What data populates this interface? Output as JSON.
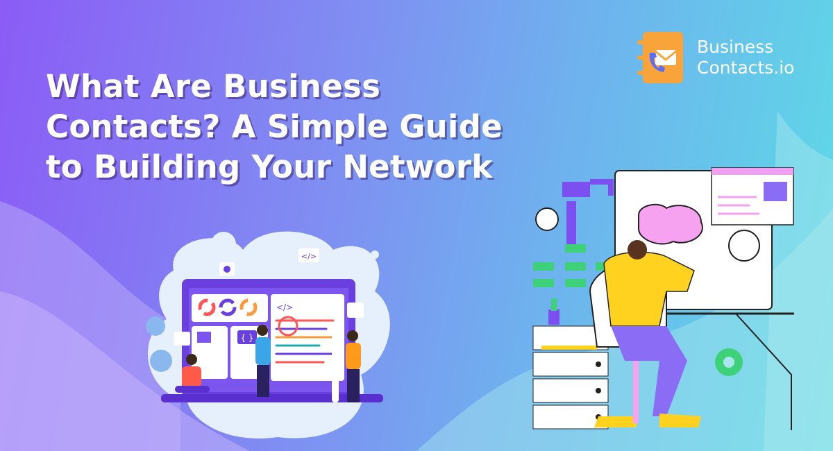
{
  "headline": {
    "lines": [
      "What Are Business",
      "Contacts? A Simple Guide",
      "to Building Your Network"
    ]
  },
  "logo": {
    "line1": "Business",
    "line2": "Contacts.io",
    "icon": "address-book-envelope-phone-icon",
    "color": "#f9a43a"
  },
  "illustration_labels": {
    "code_tag": "</>",
    "braces": "{ }"
  },
  "colors": {
    "bg_left": "#8b5cf6",
    "bg_right": "#5ddbe6",
    "accent_yellow": "#ffd21f",
    "accent_purple": "#7b4ff0"
  }
}
